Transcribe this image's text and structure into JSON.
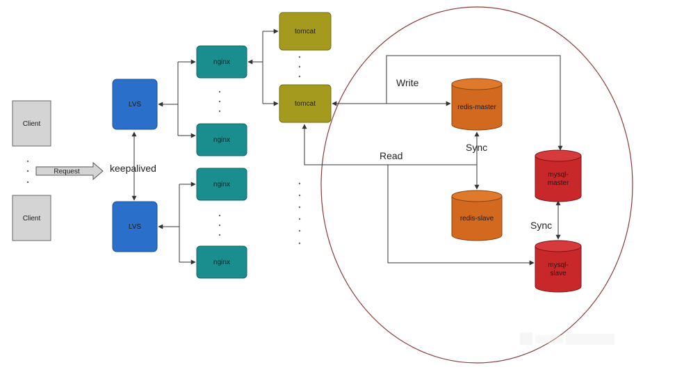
{
  "diagram": {
    "clients": [
      "Client",
      "Client"
    ],
    "request_label": "Request",
    "keepalived_label": "keepalived",
    "lvs": [
      "LVS",
      "LVS"
    ],
    "nginx": [
      "nginx",
      "nginx",
      "nginx",
      "nginx"
    ],
    "tomcat": [
      "tomcat",
      "tomcat"
    ],
    "write_label": "Write",
    "read_label": "Read",
    "redis_master": "redis-master",
    "redis_slave": "redis-slave",
    "redis_sync_label": "Sync",
    "mysql_master_lines": [
      "mysql-",
      "master"
    ],
    "mysql_slave_lines": [
      "mysql-",
      "slave"
    ],
    "mysql_sync_label": "Sync"
  },
  "colors": {
    "client_fill": "#d4d4d4",
    "lvs_fill": "#2a6fc9",
    "nginx_fill": "#1a8e8e",
    "tomcat_fill": "#a49a1e",
    "redis_fill": "#d2691e",
    "mysql_fill": "#c8282a",
    "circle_stroke": "#8b3a3a",
    "line": "#333333"
  }
}
